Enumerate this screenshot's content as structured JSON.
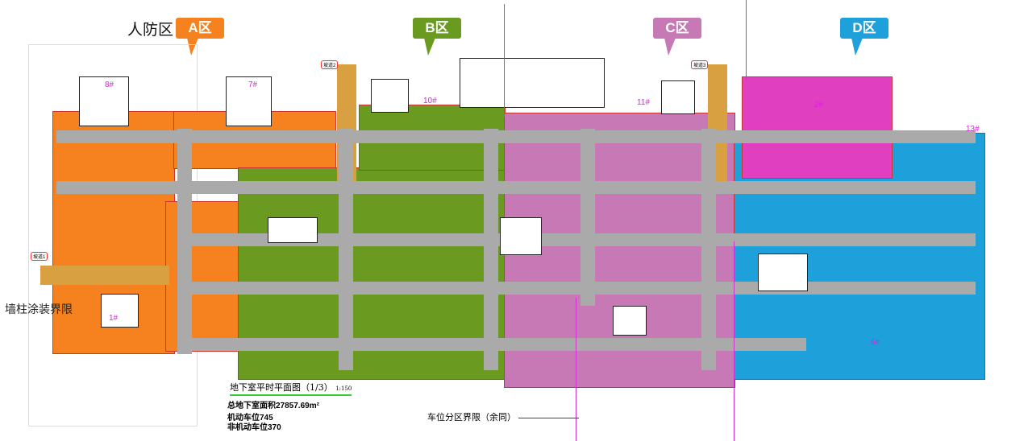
{
  "header": {
    "civil_defense_label": "人防区"
  },
  "zones": [
    {
      "label": "A区",
      "color": "#f5821f"
    },
    {
      "label": "B区",
      "color": "#6a9a1f"
    },
    {
      "label": "C区",
      "color": "#c679b4"
    },
    {
      "label": "D区",
      "color": "#1ea1db"
    }
  ],
  "left_note": "墙柱涂装界限",
  "bottom_note": "车位分区界限（余同）",
  "legend": {
    "title": "地下室平时平面图（1/3）",
    "scale": "1:150",
    "area": "总地下室面积27857.69m²",
    "motor": "机动车位745",
    "nonmotor": "非机动车位370"
  },
  "buildings": [
    "1#",
    "2#",
    "7#",
    "8#",
    "10#",
    "11#",
    "13#",
    "6#"
  ],
  "ramps": [
    "坡道1",
    "坡道2",
    "坡道3"
  ]
}
